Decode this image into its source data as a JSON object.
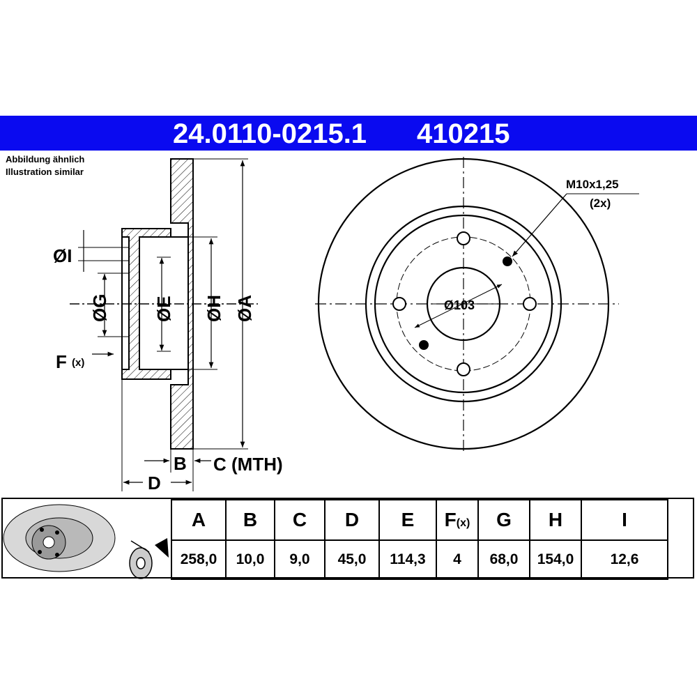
{
  "header": {
    "part_number": "24.0110-0215.1",
    "reference": "410215",
    "background_color": "#0a0af0",
    "text_color": "#ffffff"
  },
  "note": {
    "line1": "Abbildung ähnlich",
    "line2": "Illustration similar"
  },
  "section_labels": {
    "I": "ØI",
    "G": "ØG",
    "E": "ØE",
    "H": "ØH",
    "A": "ØA",
    "F": "F",
    "F_sub": "(x)",
    "B": "B",
    "C": "C (MTH)",
    "D": "D"
  },
  "front_view": {
    "thread": "M10x1,25",
    "thread_count": "(2x)",
    "pcd": "Ø103"
  },
  "table": {
    "headers": [
      "A",
      "B",
      "C",
      "D",
      "E",
      "F",
      "G",
      "H",
      "I"
    ],
    "f_suffix": "(x)",
    "values": [
      "258,0",
      "10,0",
      "9,0",
      "45,0",
      "114,3",
      "4",
      "68,0",
      "154,0",
      "12,6"
    ]
  }
}
